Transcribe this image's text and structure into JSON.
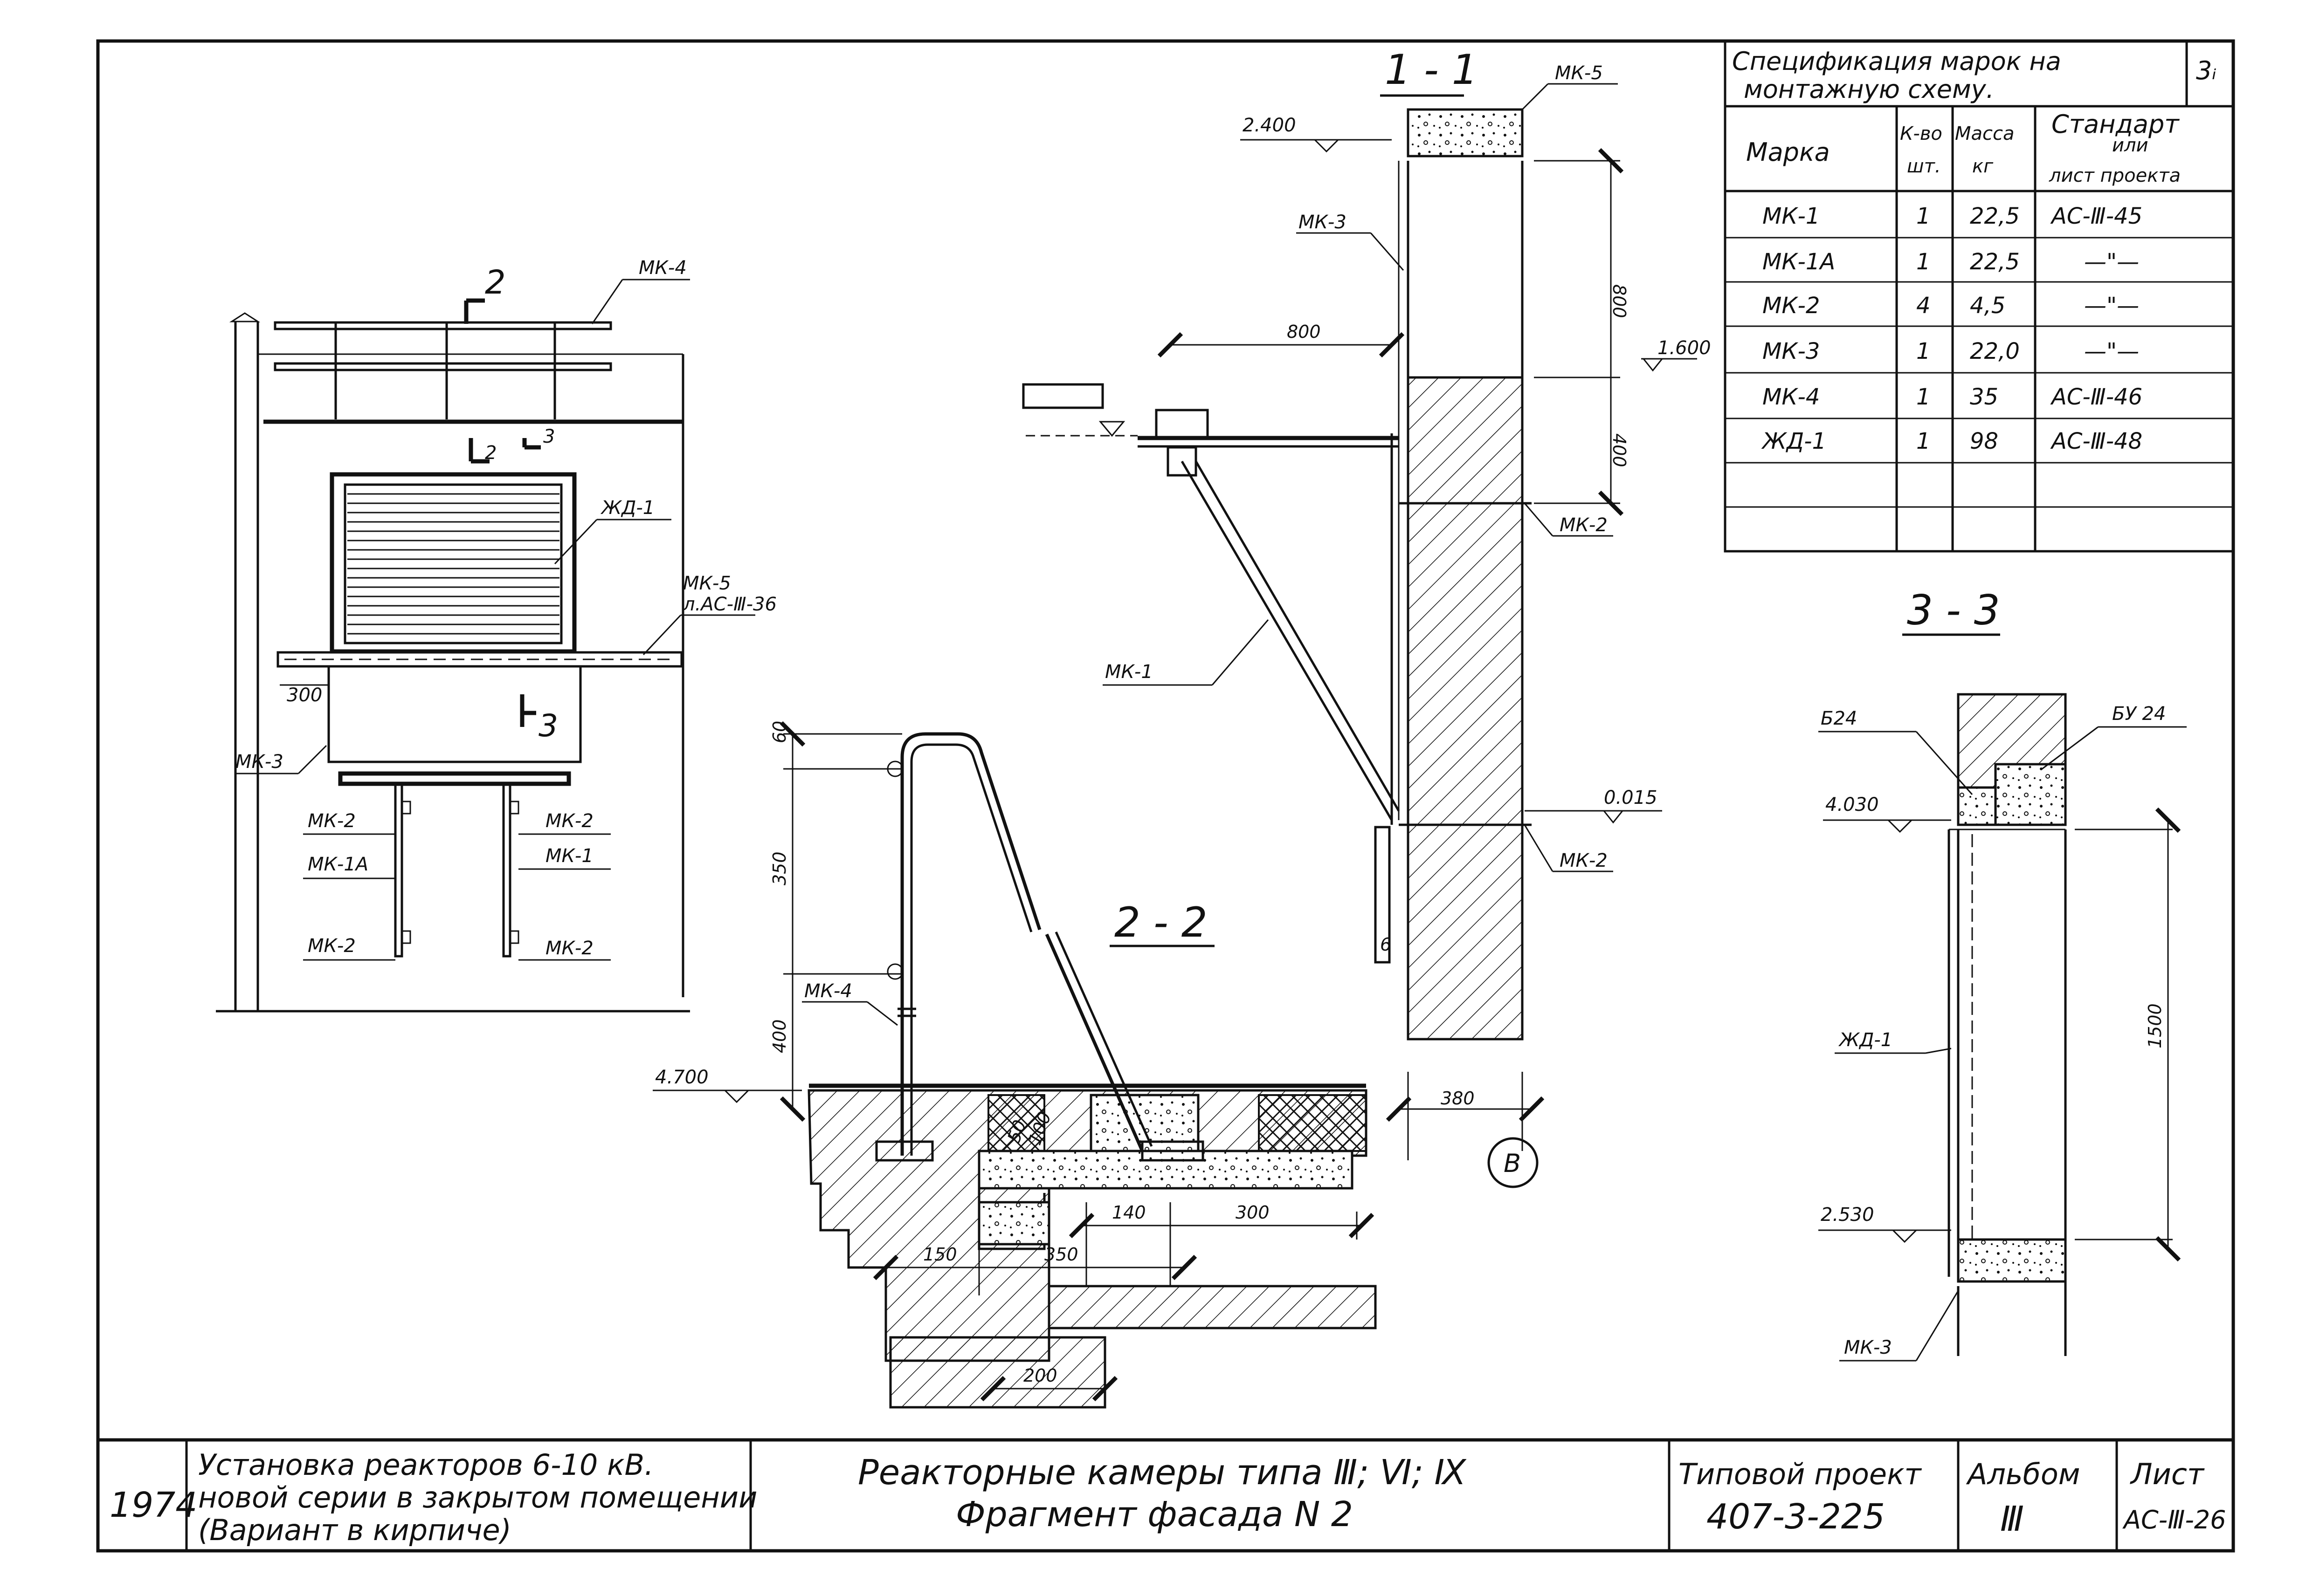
{
  "title_block": {
    "year": "1974",
    "description_lines": [
      "Установка реакторов 6-10 кВ.",
      "новой серии в закрытом помещении",
      "(Вариант в кирпиче)"
    ],
    "drawing_title_lines": [
      "Реакторные камеры типа Ⅲ; Ⅵ; Ⅸ",
      "Фрагмент фасада N 2"
    ],
    "project_label": "Типовой проект",
    "project_number": "407-3-225",
    "album_label": "Альбом",
    "album_number": "Ⅲ",
    "sheet_label": "Лист",
    "sheet_number": "АС-Ⅲ-26"
  },
  "spec_table": {
    "title_lines": [
      "Спецификация марок на",
      "монтажную схему."
    ],
    "corner_mark": "3ᵢ",
    "headers": {
      "mark": "Марка",
      "qty": [
        "К-во",
        "шт."
      ],
      "mass": [
        "Масса",
        "кг"
      ],
      "standard": [
        "Стандарт",
        "или",
        "лист проекта"
      ]
    },
    "rows": [
      {
        "mark": "МК-1",
        "qty": "1",
        "mass": "22,5",
        "standard": "АС-Ⅲ-45"
      },
      {
        "mark": "МК-1А",
        "qty": "1",
        "mass": "22,5",
        "standard": "—\"—"
      },
      {
        "mark": "МК-2",
        "qty": "4",
        "mass": "4,5",
        "standard": "—\"—"
      },
      {
        "mark": "МК-3",
        "qty": "1",
        "mass": "22,0",
        "standard": "—\"—"
      },
      {
        "mark": "МК-4",
        "qty": "1",
        "mass": "35",
        "standard": "АС-Ⅲ-46"
      },
      {
        "mark": "ЖД-1",
        "qty": "1",
        "mass": "98",
        "standard": "АС-Ⅲ-48"
      },
      {
        "mark": "",
        "qty": "",
        "mass": "",
        "standard": ""
      },
      {
        "mark": "",
        "qty": "",
        "mass": "",
        "standard": ""
      }
    ]
  },
  "section_titles": {
    "s11": "1 - 1",
    "s22": "2 - 2",
    "s33": "3 - 3"
  },
  "facade": {
    "labels": {
      "mk4": "МК-4",
      "jd1": "ЖД-1",
      "mk5": "МК-5",
      "mk5_ref": "л.АС-Ⅲ-36",
      "mk3": "МК-3",
      "mk2_l1": "МК-2",
      "mk1a": "МК-1А",
      "mk2_l2": "МК-2",
      "mk2_r1": "МК-2",
      "mk1": "МК-1",
      "mk2_r2": "МК-2"
    },
    "dims": {
      "d300": "300"
    },
    "cuts": {
      "c2a": "2",
      "c2b": "2",
      "c3a": "3",
      "c3b": "3"
    }
  },
  "section_1_1": {
    "labels": {
      "mk5": "МК-5",
      "mk3": "МК-3",
      "mk1": "МК-1",
      "mk2a": "МК-2",
      "mk2b": "МК-2"
    },
    "levels": {
      "l2400": "2.400",
      "l1600": "1.600",
      "l0015": "0.015"
    },
    "dims": {
      "d800h": "800",
      "d800v": "800",
      "d400": "400",
      "d380": "380",
      "d6": "6"
    },
    "axis": "В"
  },
  "section_2_2": {
    "labels": {
      "mk4": "МК-4"
    },
    "levels": {
      "l4700": "4.700"
    },
    "dims": {
      "d60": "60",
      "d350v": "350",
      "d400": "400",
      "d140": "140",
      "d300": "300",
      "d150": "150",
      "d350h": "350",
      "d200": "200",
      "d50": "50",
      "d100": "100"
    }
  },
  "section_3_3": {
    "labels": {
      "b24": "Б24",
      "bu24": "БУ 24",
      "jd1": "ЖД-1",
      "mk3": "МК-3"
    },
    "levels": {
      "l4030": "4.030",
      "l2530": "2.530"
    },
    "dims": {
      "d1500": "1500"
    }
  }
}
